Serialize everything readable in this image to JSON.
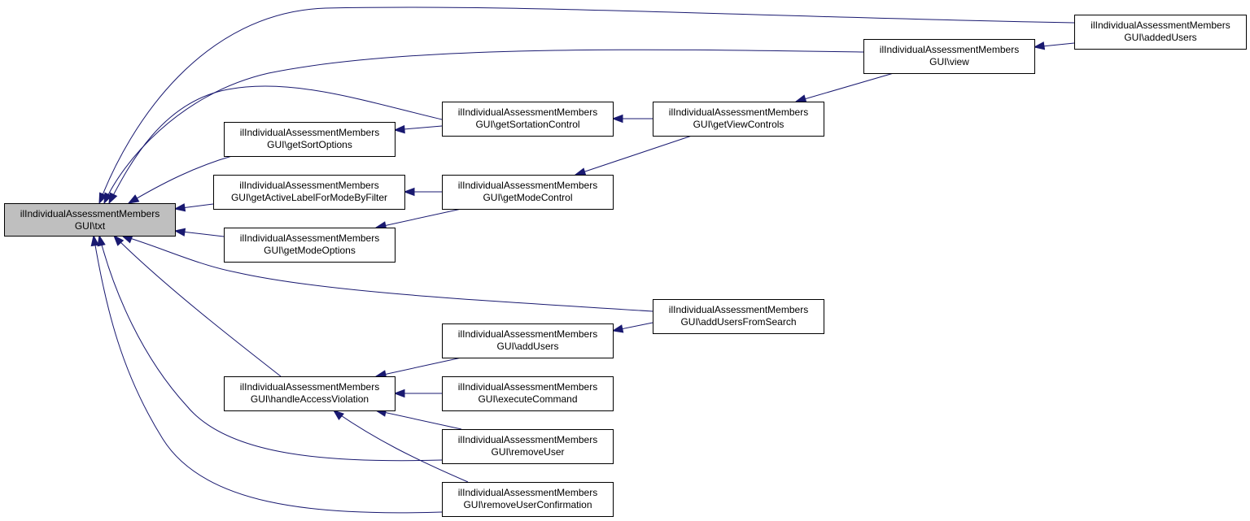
{
  "graph": {
    "colors": {
      "edge": "#191970",
      "node_border": "#000000",
      "focus_fill": "#bfbfbf",
      "node_fill": "#ffffff"
    },
    "nodes": [
      {
        "id": "txt",
        "line1": "ilIndividualAssessmentMembers",
        "line2": "GUI\\txt",
        "focus": true
      },
      {
        "id": "addedUsers",
        "line1": "ilIndividualAssessmentMembers",
        "line2": "GUI\\addedUsers"
      },
      {
        "id": "view",
        "line1": "ilIndividualAssessmentMembers",
        "line2": "GUI\\view"
      },
      {
        "id": "getSortationControl",
        "line1": "ilIndividualAssessmentMembers",
        "line2": "GUI\\getSortationControl"
      },
      {
        "id": "getViewControls",
        "line1": "ilIndividualAssessmentMembers",
        "line2": "GUI\\getViewControls"
      },
      {
        "id": "getSortOptions",
        "line1": "ilIndividualAssessmentMembers",
        "line2": "GUI\\getSortOptions"
      },
      {
        "id": "getActiveLabelForModeByFilter",
        "line1": "ilIndividualAssessmentMembers",
        "line2": "GUI\\getActiveLabelForModeByFilter"
      },
      {
        "id": "getModeControl",
        "line1": "ilIndividualAssessmentMembers",
        "line2": "GUI\\getModeControl"
      },
      {
        "id": "getModeOptions",
        "line1": "ilIndividualAssessmentMembers",
        "line2": "GUI\\getModeOptions"
      },
      {
        "id": "addUsersFromSearch",
        "line1": "ilIndividualAssessmentMembers",
        "line2": "GUI\\addUsersFromSearch"
      },
      {
        "id": "addUsers",
        "line1": "ilIndividualAssessmentMembers",
        "line2": "GUI\\addUsers"
      },
      {
        "id": "handleAccessViolation",
        "line1": "ilIndividualAssessmentMembers",
        "line2": "GUI\\handleAccessViolation"
      },
      {
        "id": "executeCommand",
        "line1": "ilIndividualAssessmentMembers",
        "line2": "GUI\\executeCommand"
      },
      {
        "id": "removeUser",
        "line1": "ilIndividualAssessmentMembers",
        "line2": "GUI\\removeUser"
      },
      {
        "id": "removeUserConfirmation",
        "line1": "ilIndividualAssessmentMembers",
        "line2": "GUI\\removeUserConfirmation"
      }
    ],
    "edges": [
      {
        "from": "addedUsers",
        "to": "txt"
      },
      {
        "from": "view",
        "to": "txt"
      },
      {
        "from": "getSortationControl",
        "to": "txt"
      },
      {
        "from": "getSortOptions",
        "to": "txt"
      },
      {
        "from": "getActiveLabelForModeByFilter",
        "to": "txt"
      },
      {
        "from": "getModeOptions",
        "to": "txt"
      },
      {
        "from": "addUsersFromSearch",
        "to": "txt"
      },
      {
        "from": "handleAccessViolation",
        "to": "txt"
      },
      {
        "from": "removeUser",
        "to": "txt"
      },
      {
        "from": "removeUserConfirmation",
        "to": "txt"
      },
      {
        "from": "addedUsers",
        "to": "view"
      },
      {
        "from": "view",
        "to": "getViewControls"
      },
      {
        "from": "getViewControls",
        "to": "getSortationControl"
      },
      {
        "from": "getViewControls",
        "to": "getModeControl"
      },
      {
        "from": "getSortationControl",
        "to": "getSortOptions"
      },
      {
        "from": "getModeControl",
        "to": "getActiveLabelForModeByFilter"
      },
      {
        "from": "getModeControl",
        "to": "getModeOptions"
      },
      {
        "from": "addUsersFromSearch",
        "to": "addUsers"
      },
      {
        "from": "addUsers",
        "to": "handleAccessViolation"
      },
      {
        "from": "executeCommand",
        "to": "handleAccessViolation"
      },
      {
        "from": "removeUser",
        "to": "handleAccessViolation"
      },
      {
        "from": "removeUserConfirmation",
        "to": "handleAccessViolation"
      }
    ]
  }
}
